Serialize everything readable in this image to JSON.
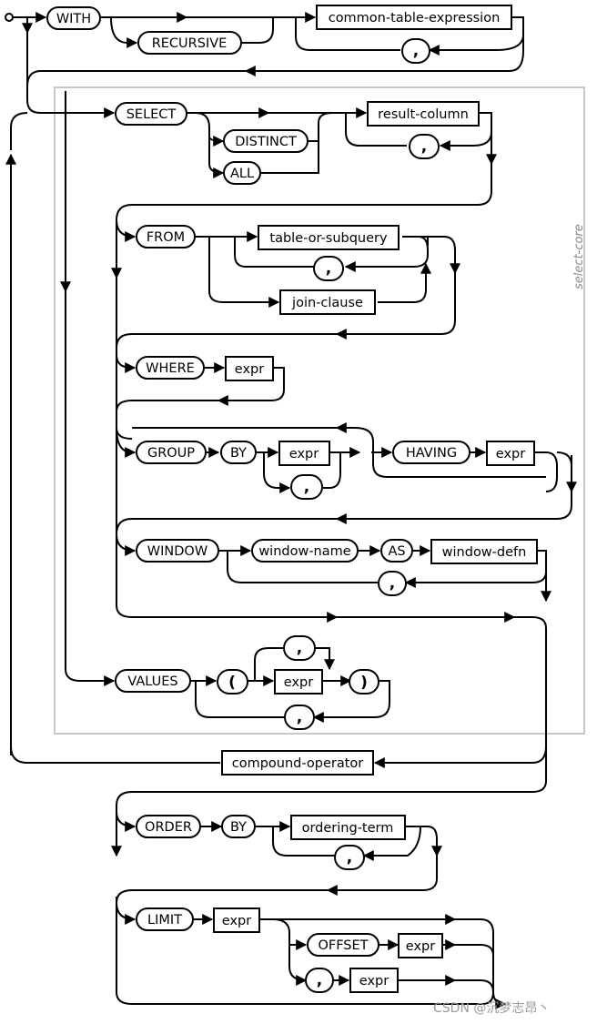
{
  "diagram": {
    "keywords": {
      "with": "WITH",
      "recursive": "RECURSIVE",
      "select": "SELECT",
      "distinct": "DISTINCT",
      "all": "ALL",
      "from": "FROM",
      "where": "WHERE",
      "group": "GROUP",
      "by": "BY",
      "having": "HAVING",
      "window": "WINDOW",
      "as": "AS",
      "values": "VALUES",
      "order": "ORDER",
      "limit": "LIMIT",
      "offset": "OFFSET"
    },
    "symbols": {
      "comma": ",",
      "lparen": "(",
      "rparen": ")"
    },
    "nonterminals": {
      "common_table_expression": "common-table-expression",
      "result_column": "result-column",
      "table_or_subquery": "table-or-subquery",
      "join_clause": "join-clause",
      "expr": "expr",
      "window_name": "window-name",
      "window_defn": "window-defn",
      "compound_operator": "compound-operator",
      "ordering_term": "ordering-term"
    },
    "group_label": "select-core"
  },
  "watermark": "CSDN @沉梦志昂丶"
}
